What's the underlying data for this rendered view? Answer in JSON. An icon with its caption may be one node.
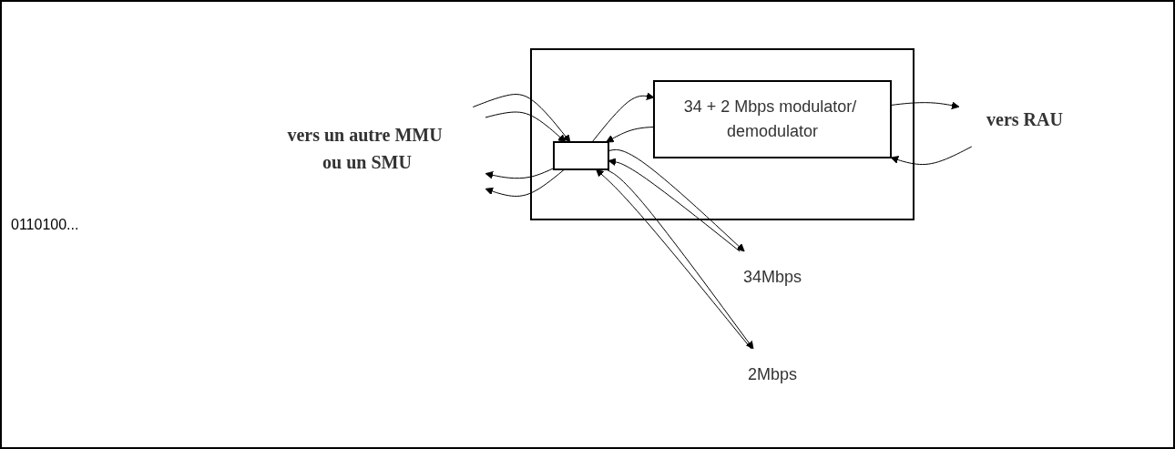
{
  "diagram": {
    "nodes": [
      {
        "text": [
          "vers un autre MMU ou un SMU"
        ]
      },
      {
        "text": [],
        "shape": "box"
      },
      {
        "text": [
          "34Mbps"
        ]
      },
      {
        "text": [
          "2Mbps"
        ]
      },
      {
        "text": [],
        "shape": "box",
        "in": 1
      },
      {
        "text": [
          "34 + 2 Mbps modulator/ demodulator"
        ],
        "in": 1
      },
      {
        "text": [
          "vers RAU"
        ]
      }
    ],
    "edges": [
      {
        "from": 4,
        "to": 0,
        "arrow": "to"
      },
      {
        "from": 0,
        "to": 4,
        "arrow": "to"
      },
      {
        "from": 4,
        "to": 0,
        "arrow": "to"
      },
      {
        "from": 0,
        "to": 4,
        "arrow": "to"
      },
      {
        "from": 2,
        "to": 4,
        "arrow": "to"
      },
      {
        "from": 4,
        "to": 2,
        "arrow": "to"
      },
      {
        "from": 3,
        "to": 4,
        "arrow": "to"
      },
      {
        "from": 4,
        "to": 3,
        "arrow": "to"
      },
      {
        "from": 4,
        "to": 5,
        "arrow": "to"
      },
      {
        "from": 5,
        "to": 4,
        "arrow": "to"
      },
      {
        "from": 5,
        "to": 6,
        "arrow": "to"
      },
      {
        "from": 6,
        "to": 5,
        "arrow": "to"
      }
    ],
    "labels": [
      "0110100..."
    ]
  }
}
